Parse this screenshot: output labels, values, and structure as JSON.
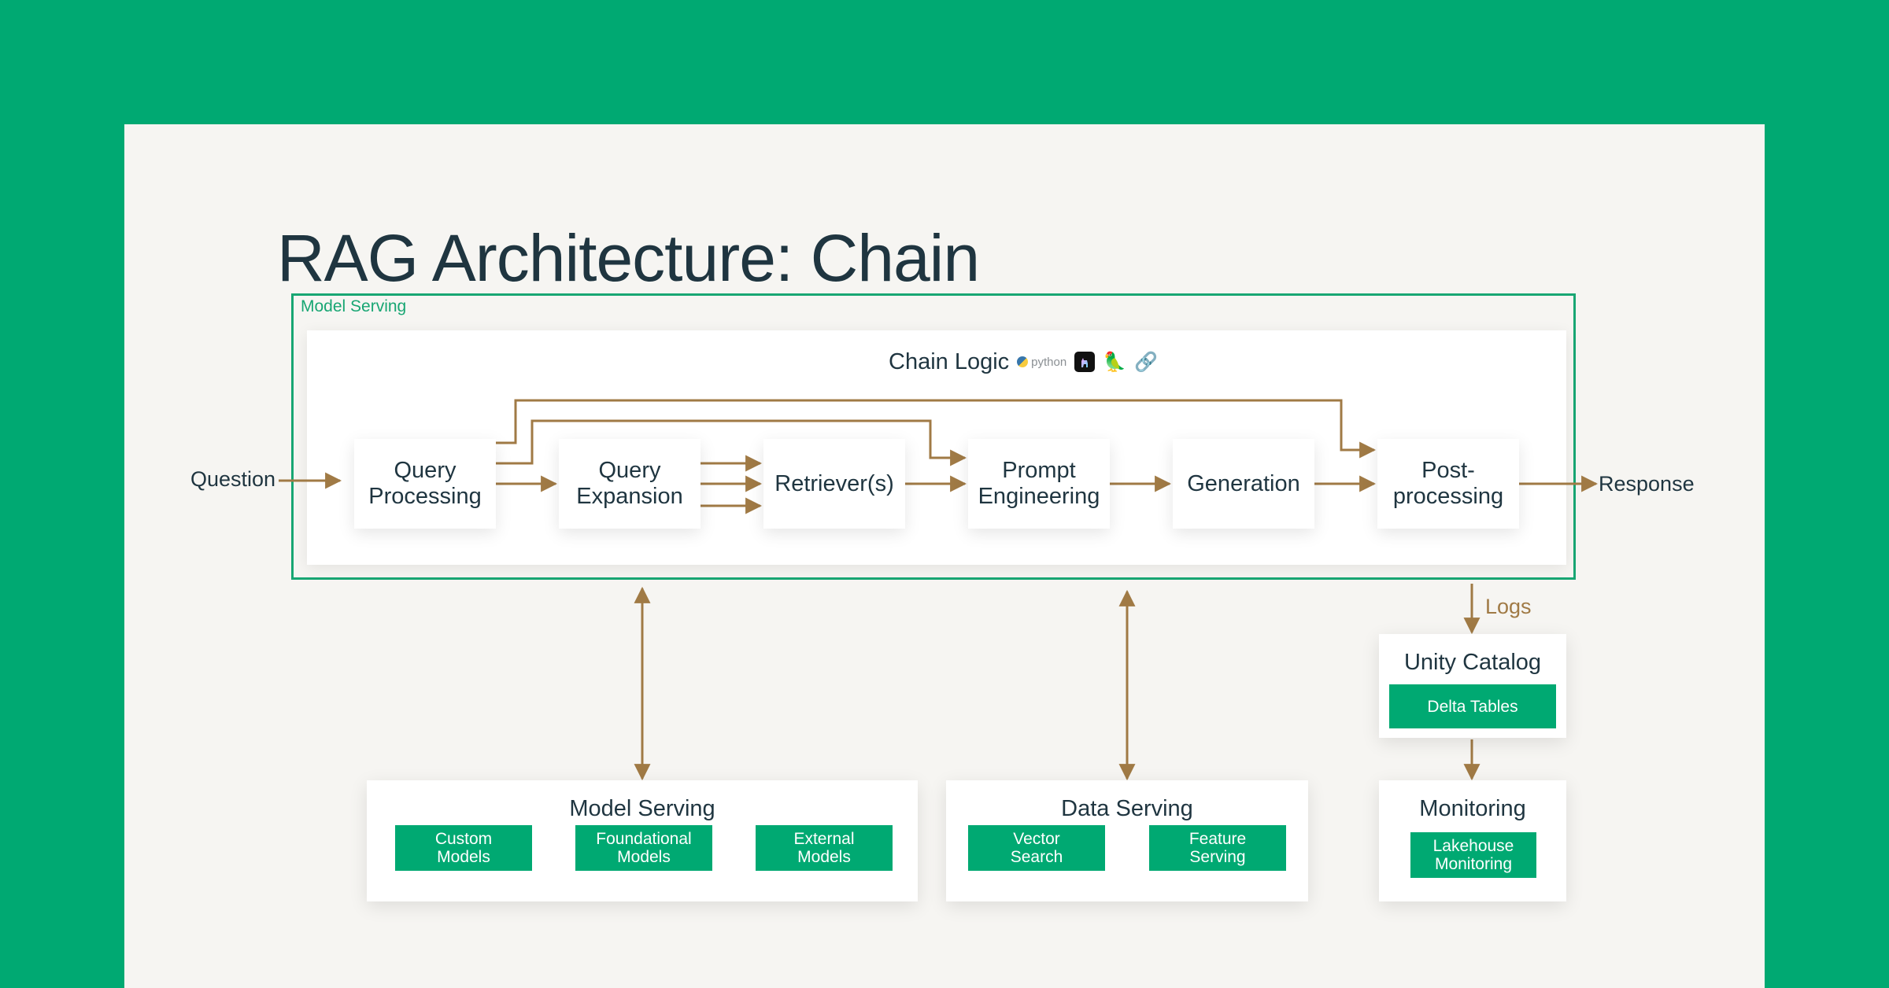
{
  "title": "RAG Architecture: Chain",
  "model_serving_frame_label": "Model Serving",
  "chain": {
    "title": "Chain Logic",
    "logos": [
      {
        "name": "python-logo",
        "text": "python"
      },
      {
        "name": "llamaindex-logo"
      },
      {
        "name": "parrot-logo",
        "glyph": "🦜"
      },
      {
        "name": "chain-link-logo",
        "glyph": "🔗"
      }
    ],
    "steps": [
      {
        "id": "query-processing",
        "label": "Query\nProcessing"
      },
      {
        "id": "query-expansion",
        "label": "Query\nExpansion"
      },
      {
        "id": "retrievers",
        "label": "Retriever(s)"
      },
      {
        "id": "prompt-engineering",
        "label": "Prompt\nEngineering"
      },
      {
        "id": "generation",
        "label": "Generation"
      },
      {
        "id": "post-processing",
        "label": "Post-\nprocessing"
      }
    ]
  },
  "input_label": "Question",
  "output_label": "Response",
  "logs_label": "Logs",
  "unity_catalog": {
    "title": "Unity Catalog",
    "chips": [
      "Delta Tables"
    ]
  },
  "monitoring": {
    "title": "Monitoring",
    "chips": [
      "Lakehouse\nMonitoring"
    ]
  },
  "model_serving": {
    "title": "Model Serving",
    "chips": [
      "Custom\nModels",
      "Foundational\nModels",
      "External\nModels"
    ]
  },
  "data_serving": {
    "title": "Data Serving",
    "chips": [
      "Vector\nSearch",
      "Feature\nServing"
    ]
  },
  "colors": {
    "background": "#00a972",
    "card": "#f6f5f2",
    "frame": "#18a673",
    "arrow": "#a07a45",
    "text": "#1f3540",
    "chip": "#00a972"
  }
}
